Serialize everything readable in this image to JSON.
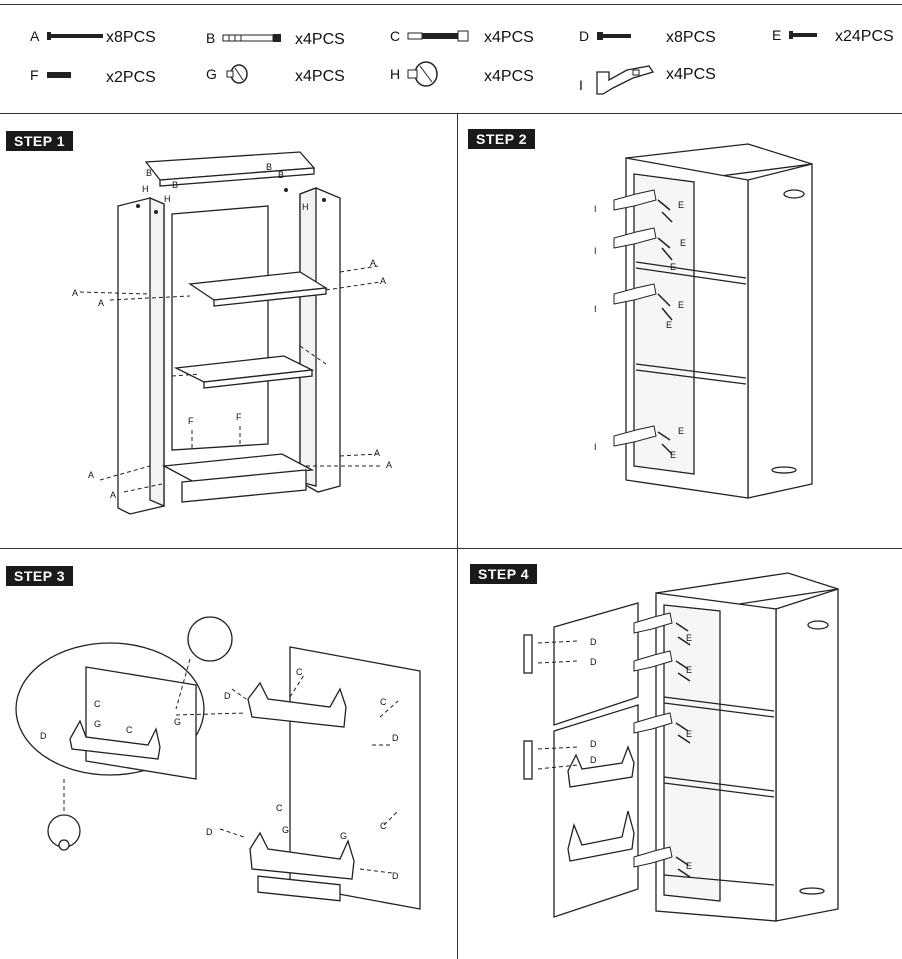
{
  "parts": [
    {
      "letter": "A",
      "qty": "x8PCS"
    },
    {
      "letter": "B",
      "qty": "x4PCS"
    },
    {
      "letter": "C",
      "qty": "x4PCS"
    },
    {
      "letter": "D",
      "qty": "x8PCS"
    },
    {
      "letter": "E",
      "qty": "x24PCS"
    },
    {
      "letter": "F",
      "qty": "x2PCS"
    },
    {
      "letter": "G",
      "qty": "x4PCS"
    },
    {
      "letter": "H",
      "qty": "x4PCS"
    },
    {
      "letter": "I",
      "qty": "x4PCS"
    }
  ],
  "steps": [
    {
      "label": "STEP 1"
    },
    {
      "label": "STEP 2"
    },
    {
      "label": "STEP 3"
    },
    {
      "label": "STEP 4"
    }
  ],
  "callouts": {
    "a": "A",
    "b": "B",
    "c": "C",
    "d": "D",
    "e": "E",
    "f": "F",
    "g": "G",
    "h": "H",
    "i": "I"
  }
}
